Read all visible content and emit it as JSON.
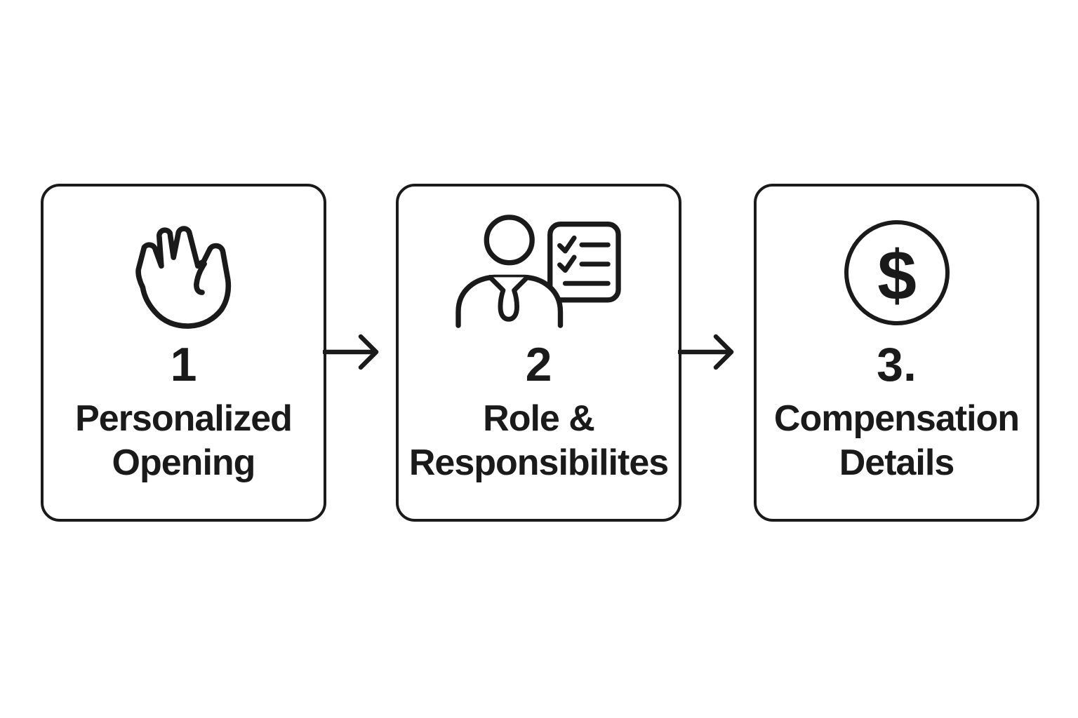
{
  "flow": {
    "connector": "arrow-right",
    "steps": [
      {
        "number": "1",
        "label_line1": "Personalized",
        "label_line2": "Opening",
        "icon": "waving-hand-icon"
      },
      {
        "number": "2",
        "label_line1": "Role &",
        "label_line2": "Responsibilites",
        "icon": "person-checklist-icon"
      },
      {
        "number": "3.",
        "label_line1": "Compensation",
        "label_line2": "Details",
        "icon": "dollar-sign-circle-icon"
      }
    ]
  },
  "icons": {
    "dollar_glyph": "$"
  },
  "colors": {
    "ink": "#1a1a1a",
    "card_border": "#1a1a1a",
    "card_background": "#ffffff",
    "page_background": "#ffffff"
  }
}
